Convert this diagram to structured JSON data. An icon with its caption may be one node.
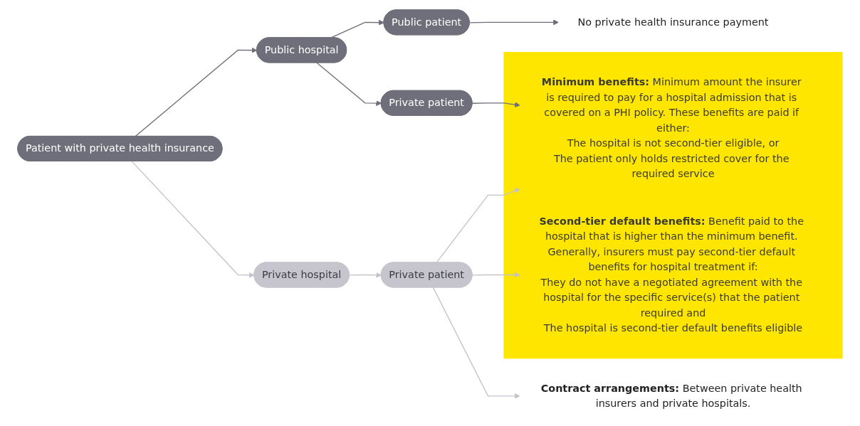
{
  "diagram": {
    "nodes": [
      {
        "text": [
          "Patient with private health insurance"
        ]
      },
      {
        "text": [
          "Public hospital"
        ]
      },
      {
        "text": [
          "Public patient"
        ]
      },
      {
        "text": [
          "Private patient"
        ]
      },
      {
        "text": [
          "Private hospital"
        ]
      },
      {
        "text": [
          "Private patient"
        ]
      },
      {
        "text": [
          "No private health insurance payment"
        ]
      },
      {
        "text": [],
        "shape": "box"
      },
      {
        "text": [
          "**Minimum benefits:** Minimum amount the insurer is required to pay for a hospital admission that is covered on a PHI policy. These benefits are paid if either:",
          "The hospital is not second-tier eligible, or",
          "The patient only holds restricted cover for the required service"
        ],
        "in": 7
      },
      {
        "text": [
          "**Second-tier default benefits:** Benefit paid to the hospital that is higher than the minimum benefit. Generally, insurers must pay second-tier default benefits for hospital treatment if:",
          "They do not have a negotiated agreement with the hospital for the specific service(s) that the patient required and",
          "The hospital is second-tier default benefits eligible"
        ],
        "in": 7
      },
      {
        "text": [
          "**Contract arrangements:** Between private health insurers and private hospitals."
        ]
      }
    ],
    "edges": [
      {
        "from": 0,
        "to": 1,
        "arrow": "to"
      },
      {
        "from": 0,
        "to": 4,
        "arrow": "to",
        "color": "#c3c3cc"
      },
      {
        "from": 1,
        "to": 2,
        "arrow": "to"
      },
      {
        "from": 1,
        "to": 3,
        "arrow": "to"
      },
      {
        "from": 2,
        "to": 6,
        "arrow": "to"
      },
      {
        "from": 3,
        "to": 8,
        "arrow": "to"
      },
      {
        "from": 4,
        "to": 5,
        "arrow": "to",
        "color": "#c3c3cc"
      },
      {
        "from": 5,
        "to": 8,
        "arrow": "to",
        "color": "#c3c3cc"
      },
      {
        "from": 5,
        "to": 9,
        "arrow": "to",
        "color": "#c3c3cc"
      },
      {
        "from": 5,
        "to": 10,
        "arrow": "to",
        "color": "#c3c3cc"
      }
    ]
  }
}
